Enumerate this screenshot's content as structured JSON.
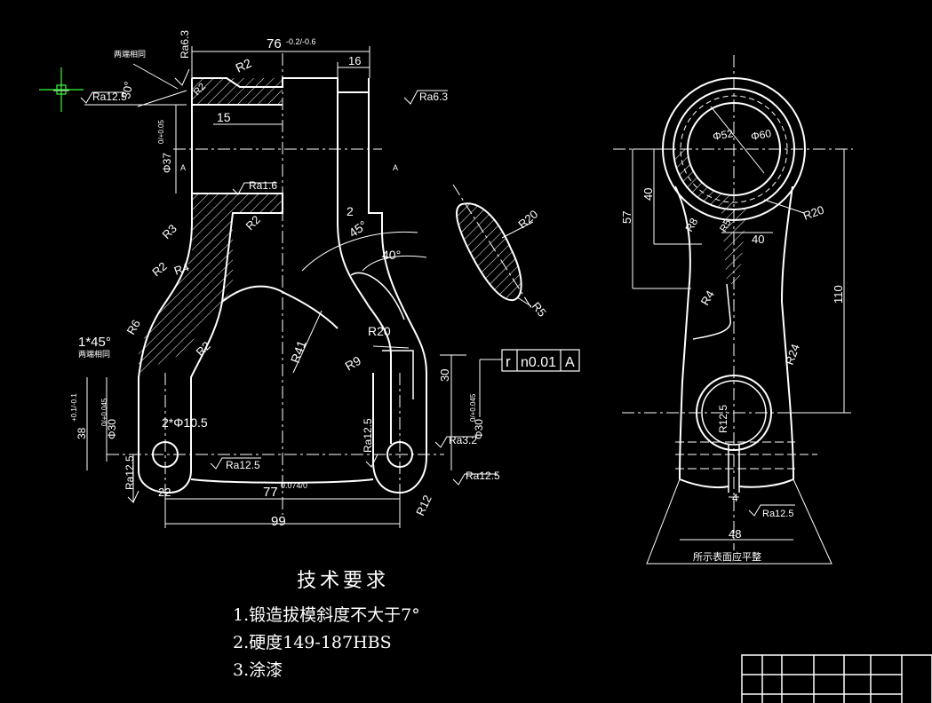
{
  "drawing": {
    "colors": {
      "background": "#000000",
      "line": "#ffffff",
      "cursor": "#33ff33"
    },
    "front_view": {
      "dims": {
        "top_length": "76",
        "top_tol": "-0.2/-0.6",
        "right_lug": "16",
        "inner_15": "15",
        "bore": "Φ37",
        "bore_tol": "0/+0.05",
        "chamfer_small": "2",
        "angle_45": "45°",
        "angle_40": "40°",
        "angle_30": "30°",
        "label_a1": "A",
        "label_a2": "A",
        "chamfer_1x45": "1*45°",
        "height_30": "30",
        "bore_left": "Φ30",
        "bore_left_tol": "0/+0.045",
        "bore_right": "Φ30",
        "bore_right_tol": "0/+0.045",
        "left_38": "38",
        "left_38_tol": "+0.1/-0.1",
        "holes": "2*Φ10.5",
        "width_22": "22",
        "width_77": "77",
        "width_77_tol": "0.074/0",
        "width_99": "99"
      },
      "radii": {
        "r2_top": "R2",
        "r2_left": "R2",
        "r3": "R3",
        "r2_mid": "R2",
        "r2_a": "R2",
        "r4": "R4",
        "r6": "R6",
        "r2_low": "R2",
        "r41": "R41",
        "r20": "R20",
        "r9": "R9",
        "r12": "R12"
      },
      "roughness": {
        "top_left": "Ra6.3",
        "left_note": "Ra12.5",
        "right_top": "Ra6.3",
        "bore": "Ra1.6",
        "left_bottom": "Ra12.5",
        "bottom_mid": "Ra12.5",
        "right_bore": "Ra12.5",
        "right_side": "Ra3.2",
        "right_bottom": "Ra12.5"
      },
      "notes_same_1": "两端相同",
      "notes_same_2": "两端相同",
      "tolerance_frame": {
        "symbol": "r",
        "value": "n0.01",
        "datum": "A"
      }
    },
    "section_view": {
      "r20": "R20",
      "r5": "R5"
    },
    "side_view": {
      "dims": {
        "d52": "Φ52",
        "d60": "Φ60",
        "r20": "R20",
        "r8": "R8",
        "r5": "R5",
        "h40": "40",
        "h57": "57",
        "w40": "40",
        "r4": "R4",
        "h110": "110",
        "r24": "R24",
        "r12_5": "R12.5",
        "gap_4": "4",
        "ra": "Ra12.5",
        "width_48": "48"
      },
      "flat_note": "所示表面应平整"
    },
    "requirements": {
      "title": "技术要求",
      "items": [
        "1.锻造拔模斜度不大于7°",
        "2.硬度149-187HBS",
        "3.涂漆"
      ]
    }
  }
}
